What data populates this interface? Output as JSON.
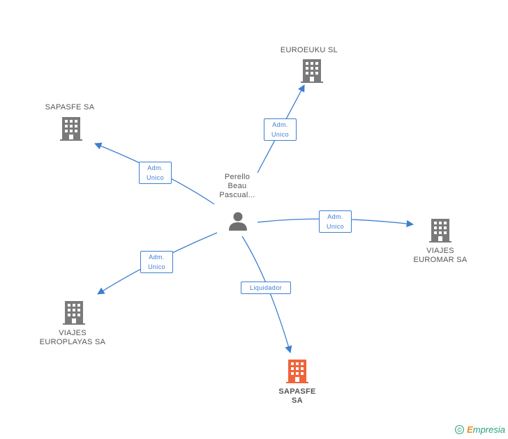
{
  "center": {
    "label_lines": [
      "Perello",
      "Beau",
      "Pascual..."
    ]
  },
  "nodes": {
    "euroeuku": {
      "label_lines": [
        "EUROEUKU SL"
      ]
    },
    "sapasfe_top": {
      "label_lines": [
        "SAPASFE SA"
      ]
    },
    "viajes_euromar": {
      "label_lines": [
        "VIAJES",
        "EUROMAR SA"
      ]
    },
    "viajes_europlayas": {
      "label_lines": [
        "VIAJES",
        "EUROPLAYAS SA"
      ]
    },
    "sapasfe_main": {
      "label_lines": [
        "SAPASFE",
        "SA"
      ]
    }
  },
  "edges": {
    "euroeuku": {
      "label_lines": [
        "Adm.",
        "Unico"
      ]
    },
    "sapasfe_top": {
      "label_lines": [
        "Adm.",
        "Unico"
      ]
    },
    "viajes_euromar": {
      "label_lines": [
        "Adm.",
        "Unico"
      ]
    },
    "viajes_europlayas": {
      "label_lines": [
        "Adm.",
        "Unico"
      ]
    },
    "sapasfe_main": {
      "label_lines": [
        "Liquidador"
      ]
    }
  },
  "colors": {
    "edge": "#3d7fd0",
    "building": "#7a7a7a",
    "building_highlight": "#f0643a",
    "person": "#6f6f6f"
  },
  "footer": {
    "copyright": "©",
    "brand_initial": "E",
    "brand_rest": "mpresia"
  }
}
